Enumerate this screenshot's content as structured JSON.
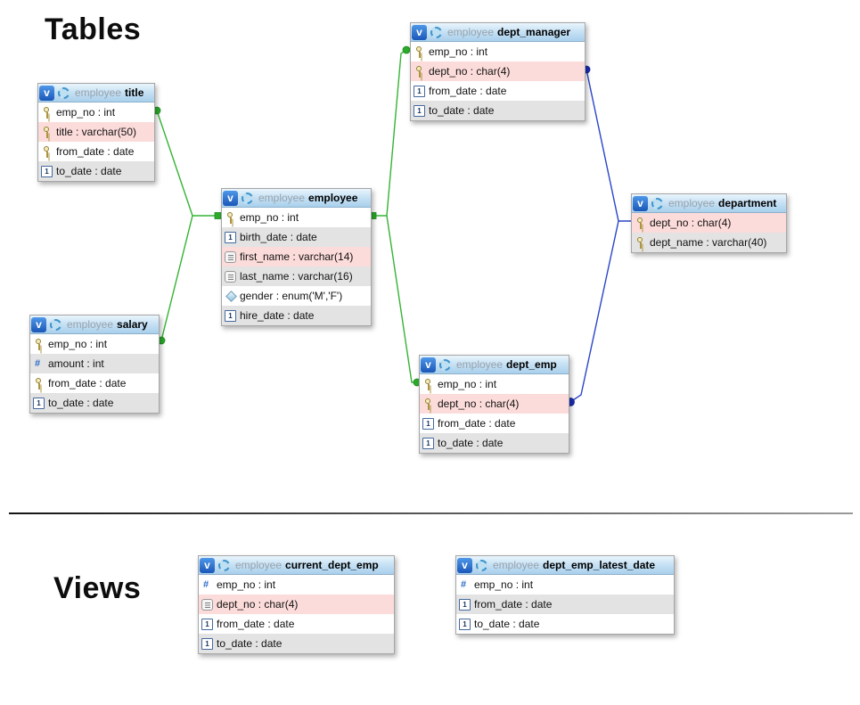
{
  "headings": {
    "tables": "Tables",
    "views": "Views"
  },
  "badges": {
    "view_badge": "v"
  },
  "colors": {
    "relation_green": "#35b335",
    "relation_blue": "#2b45c8",
    "header_blue": "#a9d0ec",
    "row_pink": "#fcdcda",
    "row_gray": "#e3e3e3",
    "badge_blue": "#1a57b8"
  },
  "relationships": [
    {
      "from": "title",
      "to": "employee",
      "color": "green"
    },
    {
      "from": "salary",
      "to": "employee",
      "color": "green"
    },
    {
      "from": "employee",
      "to": "dept_manager",
      "color": "green"
    },
    {
      "from": "employee",
      "to": "dept_emp",
      "color": "green"
    },
    {
      "from": "dept_manager",
      "to": "department",
      "color": "blue"
    },
    {
      "from": "dept_emp",
      "to": "department",
      "color": "blue"
    }
  ],
  "tables": {
    "title": {
      "prefix": "employee",
      "name": "title",
      "columns": [
        {
          "icon": "key",
          "variant": "white",
          "text": "emp_no : int"
        },
        {
          "icon": "key",
          "variant": "pink",
          "text": "title : varchar(50)"
        },
        {
          "icon": "key",
          "variant": "white",
          "text": "from_date : date"
        },
        {
          "icon": "date",
          "variant": "gray",
          "text": "to_date : date"
        }
      ]
    },
    "employee": {
      "prefix": "employee",
      "name": "employee",
      "columns": [
        {
          "icon": "key",
          "variant": "white",
          "text": "emp_no : int"
        },
        {
          "icon": "date",
          "variant": "gray",
          "text": "birth_date : date"
        },
        {
          "icon": "text",
          "variant": "pink",
          "text": "first_name : varchar(14)"
        },
        {
          "icon": "text",
          "variant": "gray",
          "text": "last_name : varchar(16)"
        },
        {
          "icon": "enum",
          "variant": "white",
          "text": "gender : enum('M','F')"
        },
        {
          "icon": "date",
          "variant": "gray",
          "text": "hire_date : date"
        }
      ]
    },
    "salary": {
      "prefix": "employee",
      "name": "salary",
      "columns": [
        {
          "icon": "key",
          "variant": "white",
          "text": "emp_no : int"
        },
        {
          "icon": "num",
          "variant": "gray",
          "text": "amount : int"
        },
        {
          "icon": "key",
          "variant": "white",
          "text": "from_date : date"
        },
        {
          "icon": "date",
          "variant": "gray",
          "text": "to_date : date"
        }
      ]
    },
    "dept_manager": {
      "prefix": "employee",
      "name": "dept_manager",
      "columns": [
        {
          "icon": "key",
          "variant": "white",
          "text": "emp_no : int"
        },
        {
          "icon": "key",
          "variant": "pink",
          "text": "dept_no : char(4)"
        },
        {
          "icon": "date",
          "variant": "white",
          "text": "from_date : date"
        },
        {
          "icon": "date",
          "variant": "gray",
          "text": "to_date : date"
        }
      ]
    },
    "dept_emp": {
      "prefix": "employee",
      "name": "dept_emp",
      "columns": [
        {
          "icon": "key",
          "variant": "white",
          "text": "emp_no : int"
        },
        {
          "icon": "key",
          "variant": "pink",
          "text": "dept_no : char(4)"
        },
        {
          "icon": "date",
          "variant": "white",
          "text": "from_date : date"
        },
        {
          "icon": "date",
          "variant": "gray",
          "text": "to_date : date"
        }
      ]
    },
    "department": {
      "prefix": "employee",
      "name": "department",
      "columns": [
        {
          "icon": "key",
          "variant": "pink",
          "text": "dept_no : char(4)"
        },
        {
          "icon": "key",
          "variant": "gray",
          "text": "dept_name : varchar(40)"
        }
      ]
    },
    "current_dept_emp": {
      "prefix": "employee",
      "name": "current_dept_emp",
      "columns": [
        {
          "icon": "num",
          "variant": "white",
          "text": "emp_no : int"
        },
        {
          "icon": "text",
          "variant": "pink",
          "text": "dept_no : char(4)"
        },
        {
          "icon": "date",
          "variant": "white",
          "text": "from_date : date"
        },
        {
          "icon": "date",
          "variant": "gray",
          "text": "to_date : date"
        }
      ]
    },
    "dept_emp_latest_date": {
      "prefix": "employee",
      "name": "dept_emp_latest_date",
      "columns": [
        {
          "icon": "num",
          "variant": "white",
          "text": "emp_no : int"
        },
        {
          "icon": "date",
          "variant": "gray",
          "text": "from_date : date"
        },
        {
          "icon": "date",
          "variant": "white",
          "text": "to_date : date"
        }
      ]
    }
  }
}
